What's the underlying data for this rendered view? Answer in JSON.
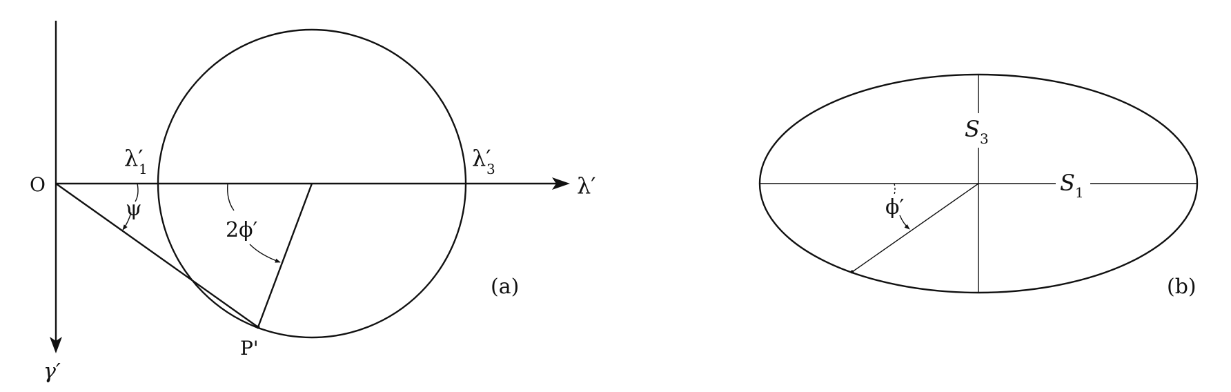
{
  "panel_a": {
    "tag": "(a)",
    "origin_label": "O",
    "horizontal_axis_label": "λ′",
    "vertical_axis_label": "γ′",
    "lambda1": {
      "base": "λ′",
      "sub": "1"
    },
    "lambda3": {
      "base": "λ′",
      "sub": "3"
    },
    "angle_psi": "ψ",
    "angle_two_phi": "2ϕ′",
    "point_label": "P'"
  },
  "panel_b": {
    "tag": "(b)",
    "s3": {
      "base": "S",
      "sub": "3"
    },
    "s1": {
      "base": "S",
      "sub": "1"
    },
    "angle_phi": "ϕ′"
  }
}
